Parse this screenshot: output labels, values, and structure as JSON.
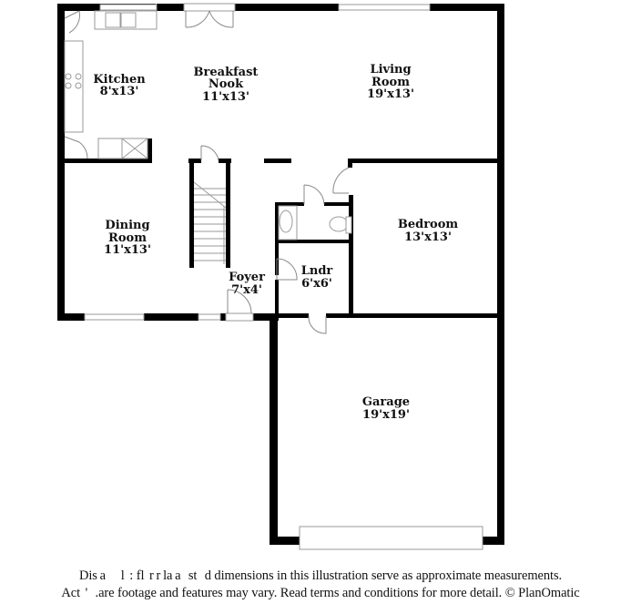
{
  "floor_plan": {
    "rooms": [
      {
        "id": "kitchen",
        "name": "Kitchen",
        "dims": "8'x13'"
      },
      {
        "id": "breakfast-nook",
        "name_line1": "Breakfast",
        "name_line2": "Nook",
        "dims": "11'x13'"
      },
      {
        "id": "living-room",
        "name_line1": "Living",
        "name_line2": "Room",
        "dims": "19'x13'"
      },
      {
        "id": "dining-room",
        "name_line1": "Dining",
        "name_line2": "Room",
        "dims": "11'x13'"
      },
      {
        "id": "foyer",
        "name": "Foyer",
        "dims": "7'x4'"
      },
      {
        "id": "laundry",
        "name": "Lndr",
        "dims": "6'x6'"
      },
      {
        "id": "bedroom",
        "name": "Bedroom",
        "dims": "13'x13'"
      },
      {
        "id": "garage",
        "name": "Garage",
        "dims": "19'x19'"
      }
    ],
    "colors": {
      "wall": "#000000",
      "fixture_line": "#9a9a9a",
      "background": "#ffffff"
    }
  },
  "disclaimer": {
    "line1": "Dis a      l  : fl  r r la a   st   d dimensions in this illustration serve as approximate measurements.",
    "line2": "Act  '   .are footage and features may vary. Read terms and conditions for more detail. © PlanOmatic"
  }
}
